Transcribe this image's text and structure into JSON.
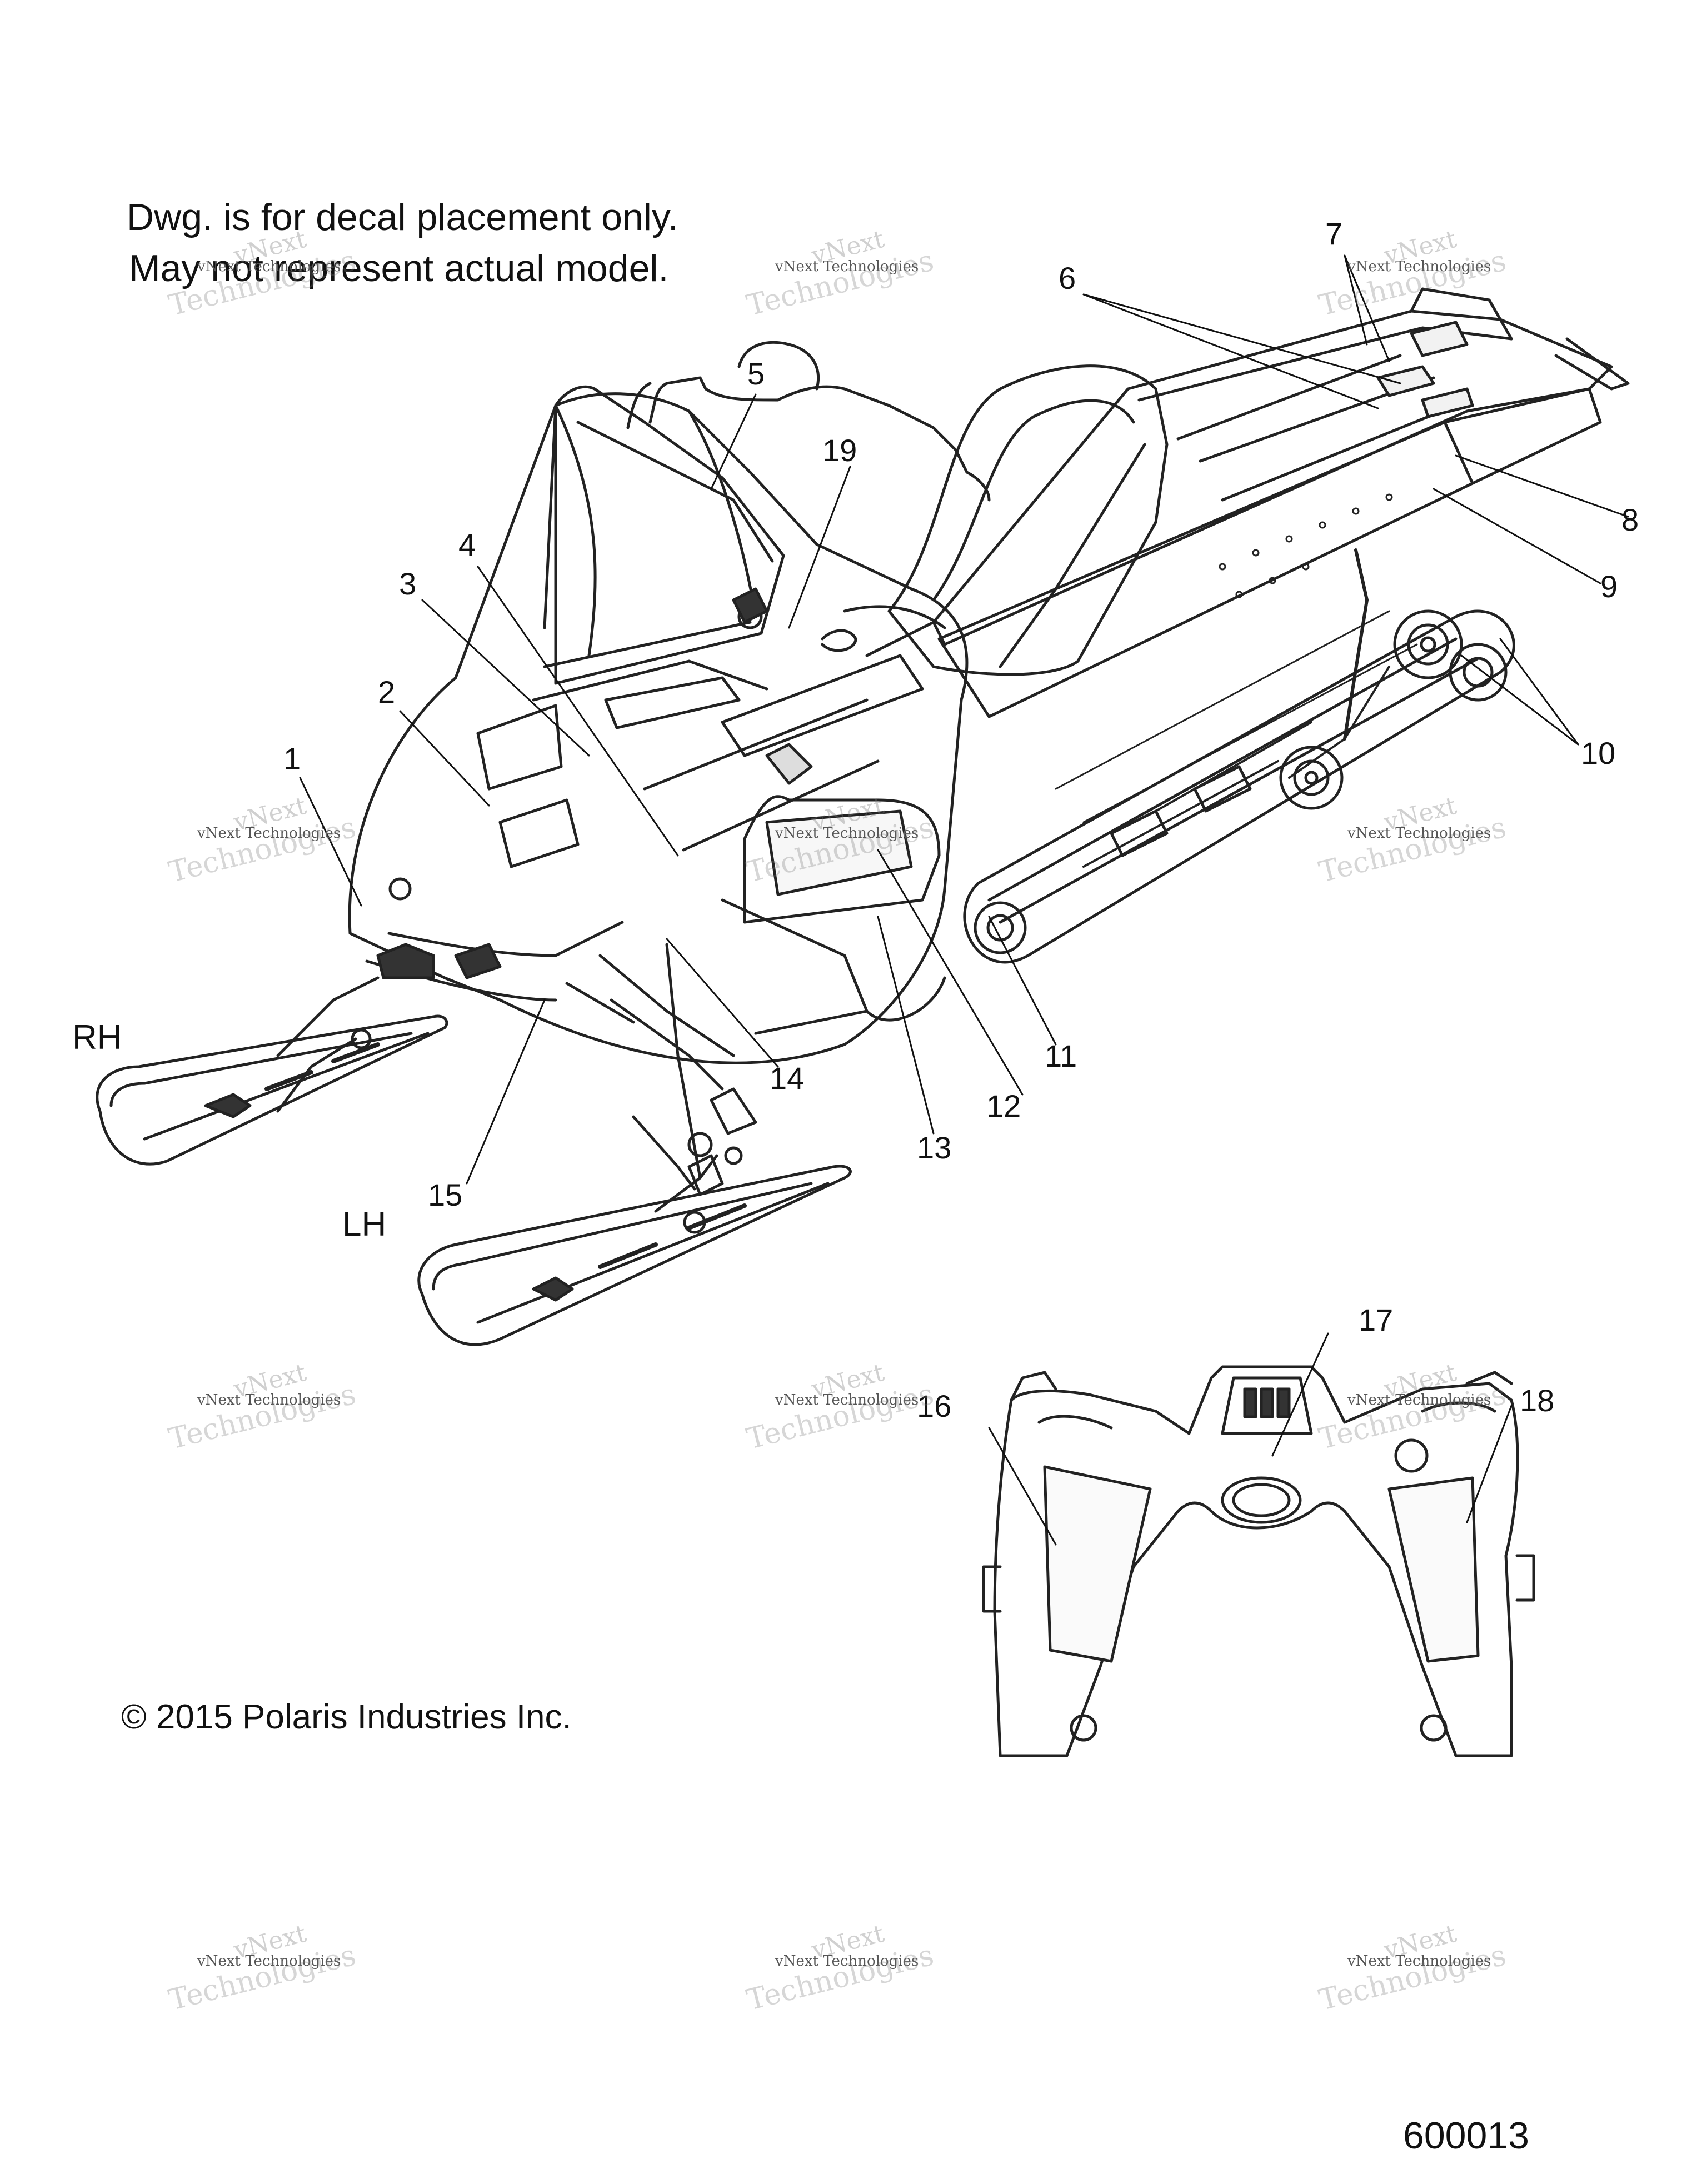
{
  "notes": {
    "line1": "Dwg. is for decal placement only.",
    "line2": "May not represent actual model."
  },
  "sides": {
    "rh": "RH",
    "lh": "LH"
  },
  "copyright": "© 2015 Polaris Industries Inc.",
  "reference_number": "600013",
  "watermark": {
    "brand": "vNext",
    "small": "vNext Technologies",
    "large": "Technologies"
  },
  "callouts": [
    "1",
    "2",
    "3",
    "4",
    "5",
    "6",
    "7",
    "8",
    "9",
    "10",
    "11",
    "12",
    "13",
    "14",
    "15",
    "16",
    "17",
    "18",
    "19"
  ]
}
